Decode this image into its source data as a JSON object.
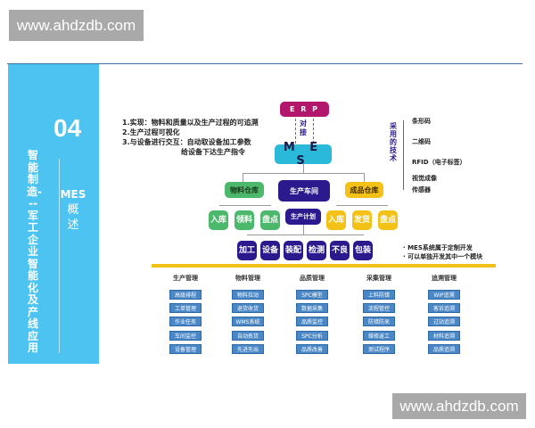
{
  "watermark": {
    "top": "www.ahdzdb.com",
    "bottom": "www.ahdzdb.com"
  },
  "sidebar": {
    "number": "04",
    "vertical_title": "智能制造---军工企业智能化及产线应用",
    "section": "MES",
    "section_cn": "概述"
  },
  "notes": [
    "1.实现：物料和质量以及生产过程的可追溯",
    "2.生产过程可视化",
    "3.与设备进行交互：自动取设备加工参数",
    "给设备下达生产指令"
  ],
  "diagram": {
    "erp": "E R P",
    "link": "对接",
    "mes": "M E S",
    "material_wh": "物料仓库",
    "workshop": "生产车间",
    "product_wh": "成品仓库",
    "material_ops": [
      "入库",
      "领料",
      "盘点"
    ],
    "plan": "生产计划",
    "product_ops": [
      "入库",
      "发货",
      "盘点"
    ],
    "shop_ops": [
      "加工",
      "设备",
      "装配",
      "检测",
      "不良",
      "包装"
    ],
    "colors": {
      "erp": "#b3176c",
      "mes": "#2bb9da",
      "green": "#4cb86b",
      "navy": "#2b1a8e",
      "yellow": "#f4c116",
      "module": "#4a87c6"
    }
  },
  "tech": {
    "label": "采用的技术",
    "items": [
      "条形码",
      "二维码",
      "RFID（电子标签）",
      "视觉成像",
      "传感器"
    ]
  },
  "bullets": [
    "· MES系统属于定制开发",
    "· 可以单独开发其中一个模块"
  ],
  "modules": [
    {
      "title": "生产管理",
      "items": [
        "高级排程",
        "工单管理",
        "作业任务",
        "车间监控",
        "设备管理"
      ]
    },
    {
      "title": "物料管理",
      "items": [
        "物料拉动",
        "退货收货",
        "WMS系统",
        "自动拣货",
        "先进先出"
      ]
    },
    {
      "title": "品质管理",
      "items": [
        "SPC模型",
        "数据采集",
        "品质监控",
        "SPC分析",
        "品质改善"
      ]
    },
    {
      "title": "采集管理",
      "items": [
        "上料防错",
        "流程管控",
        "防错防呆",
        "维修返工",
        "测试程序"
      ]
    },
    {
      "title": "追溯管理",
      "items": [
        "WIP追溯",
        "客诉追溯",
        "过站追溯",
        "材料追溯",
        "品质追溯"
      ]
    }
  ]
}
